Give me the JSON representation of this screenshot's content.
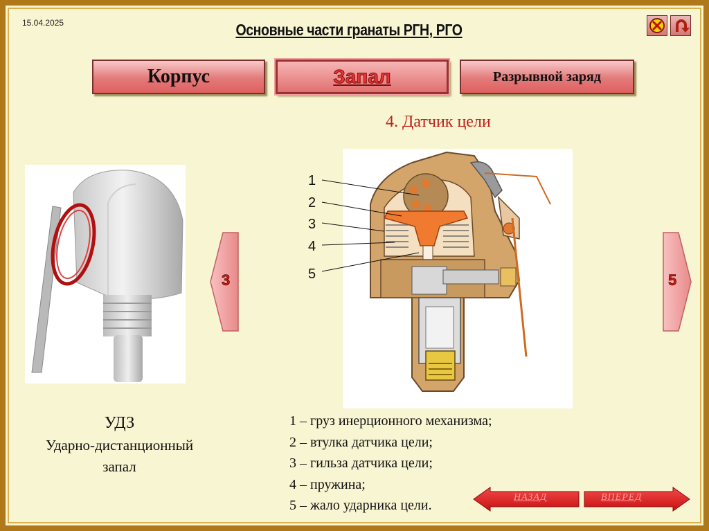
{
  "header": {
    "date": "15.04.2025",
    "title": "Основные части гранаты РГН, РГО"
  },
  "tabs": [
    {
      "label": "Корпус"
    },
    {
      "label": "Запал"
    },
    {
      "label": "Разрывной заряд"
    }
  ],
  "subtitle": "4. Датчик цели",
  "nav": {
    "prev_label": "3",
    "next_label": "5",
    "back_label": "НАЗАД",
    "forward_label": "ВПЕРЕД"
  },
  "left_caption": {
    "line1": "УДЗ",
    "line2": "Ударно-дистанционный",
    "line3": "запал"
  },
  "diagram_numbers": [
    "1",
    "2",
    "3",
    "4",
    "5"
  ],
  "legend": [
    "1 – груз инерционного механизма;",
    "2 – втулка датчика цели;",
    "3 – гильза датчика цели;",
    "4 – пружина;",
    "5 – жало ударника цели."
  ],
  "colors": {
    "background": "#f8f5d2",
    "frame": "#b07818",
    "button_red": "#e06060",
    "accent_text": "#c0201a"
  },
  "icons": {
    "close": "close-icon",
    "return": "return-icon"
  }
}
